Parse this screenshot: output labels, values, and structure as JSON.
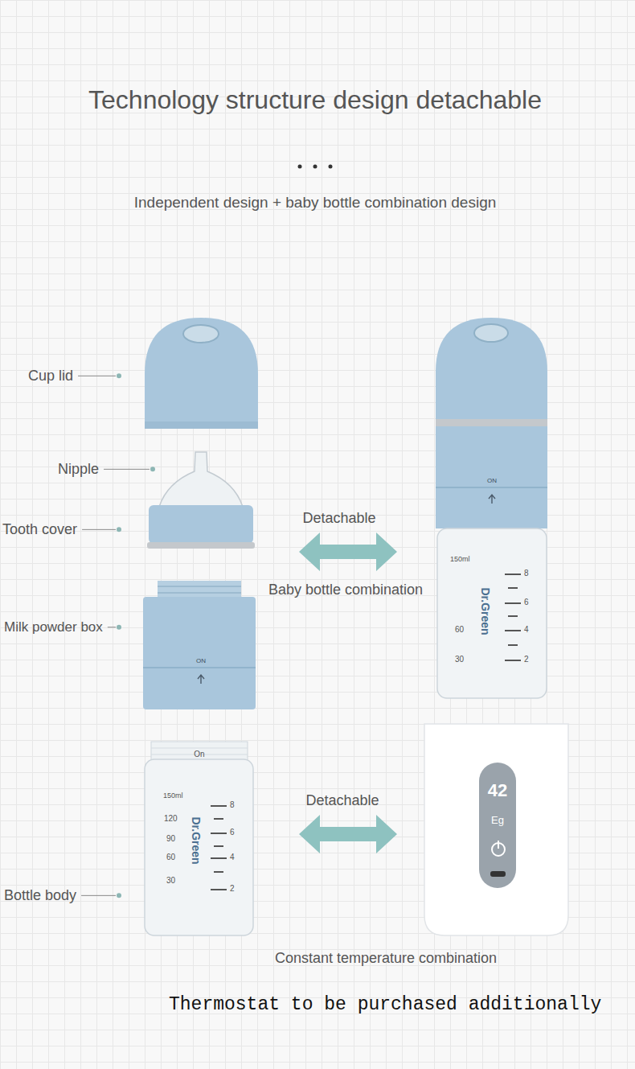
{
  "diagram": {
    "title": "Technology structure design detachable",
    "caption": "Thermostat to be purchased additionally",
    "labels": [
      "Independent design + baby bottle combination design",
      "Cup lid",
      "Nipple",
      "Tooth cover",
      "Milk powder box",
      "Bottle body",
      "Detachable",
      "Baby bottle combination",
      "Detachable",
      "Constant temperature combination",
      "ON",
      "ON",
      "On",
      "150ml",
      "8",
      "6",
      "4",
      "2",
      "120",
      "90",
      "60",
      "30",
      "Dr.Green",
      "150ml",
      "8",
      "6",
      "4",
      "2",
      "60",
      "30",
      "Dr.Green",
      "42",
      "Eg"
    ]
  }
}
